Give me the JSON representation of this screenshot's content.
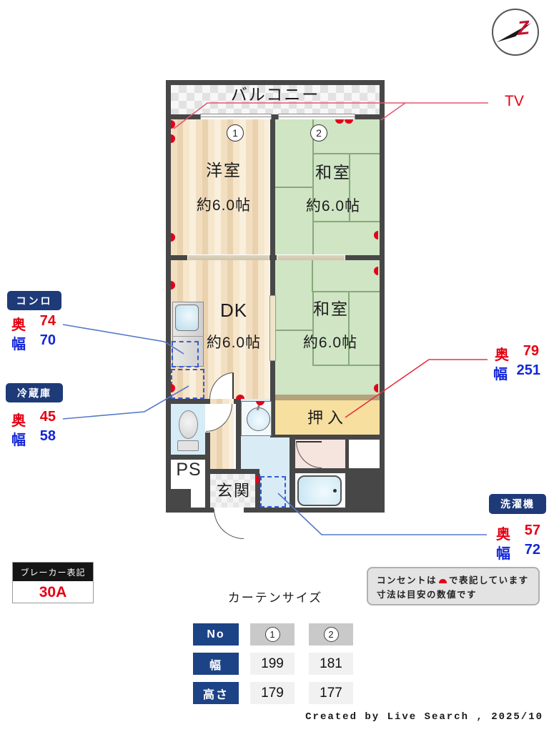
{
  "compass": {
    "letter": "Z"
  },
  "plan": {
    "balcony_label": "バルコニー",
    "tv_label": "TV",
    "rooms": {
      "western": {
        "name": "洋室",
        "size": "約6.0帖",
        "no": "1"
      },
      "japanese_north": {
        "name": "和室",
        "size": "約6.0帖",
        "no": "2"
      },
      "dk": {
        "name": "DK",
        "size": "約6.0帖"
      },
      "japanese_south": {
        "name": "和室",
        "size": "約6.0帖"
      },
      "closet": {
        "name": "押入"
      },
      "pipe_space": {
        "name": "PS"
      },
      "entrance": {
        "name": "玄関"
      }
    }
  },
  "callouts": {
    "stove": {
      "title": "コンロ",
      "depth_label": "奥",
      "depth": "74",
      "width_label": "幅",
      "width": "70"
    },
    "fridge": {
      "title": "冷蔵庫",
      "depth_label": "奥",
      "depth": "45",
      "width_label": "幅",
      "width": "58"
    },
    "closet_size": {
      "depth_label": "奥",
      "depth": "79",
      "width_label": "幅",
      "width": "251"
    },
    "washer": {
      "title": "洗濯機",
      "depth_label": "奥",
      "depth": "57",
      "width_label": "幅",
      "width": "72"
    }
  },
  "breaker": {
    "title": "ブレーカー表記",
    "value": "30A"
  },
  "curtain_table": {
    "title": "カーテンサイズ",
    "no_label": "No",
    "width_label": "幅",
    "height_label": "高さ",
    "col1_no": "1",
    "col2_no": "2",
    "widths": [
      "199",
      "181"
    ],
    "heights": [
      "179",
      "177"
    ]
  },
  "notes": {
    "outlet_prefix": "コンセントは",
    "outlet_suffix": "で表記しています",
    "dimension_note": "寸法は目安の数値です"
  },
  "credit": "Created by Live Search , 2025/10",
  "colors": {
    "accent_navy": "#1e3a78",
    "red": "#e60012",
    "blue": "#1326d8",
    "outlet": "#e3001a",
    "tatami": "#cfe5c4",
    "wood": "#f3e2c8",
    "closet_yellow": "#f6df9f"
  }
}
